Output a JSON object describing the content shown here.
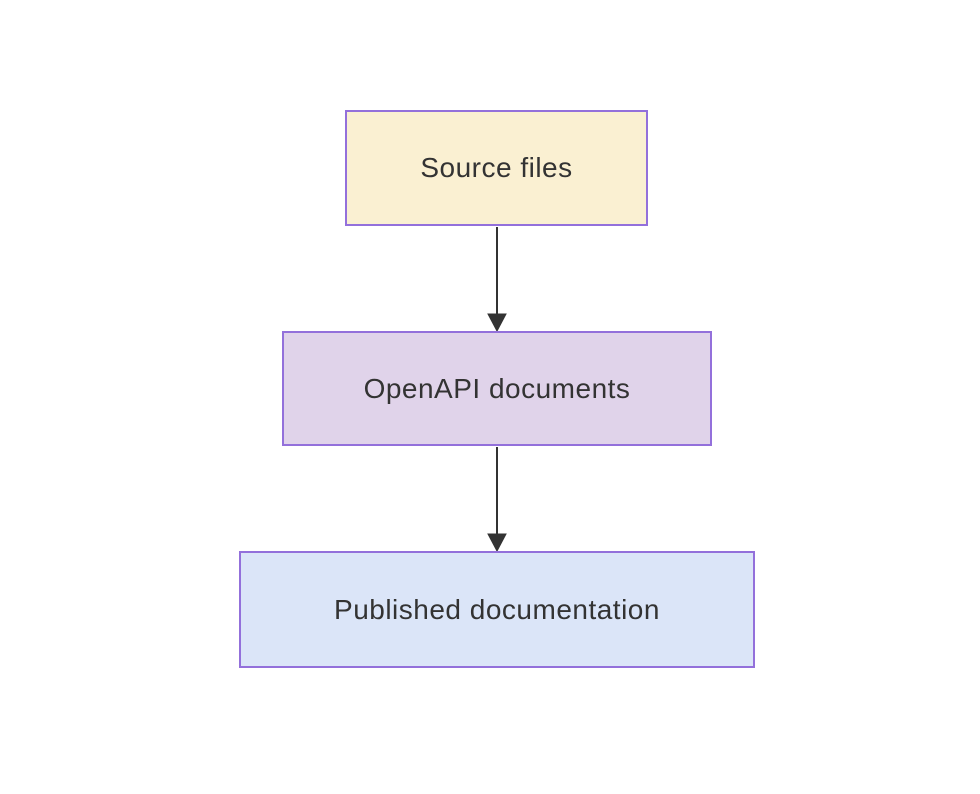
{
  "diagram": {
    "type": "flowchart",
    "direction": "top-down",
    "nodes": [
      {
        "id": "source",
        "label": "Source files",
        "fill": "#faf0d2",
        "border": "#9370db"
      },
      {
        "id": "openapi",
        "label": "OpenAPI documents",
        "fill": "#e0d3ea",
        "border": "#9370db"
      },
      {
        "id": "published",
        "label": "Published documentation",
        "fill": "#dbe5f8",
        "border": "#9370db"
      }
    ],
    "edges": [
      {
        "from": "source",
        "to": "openapi"
      },
      {
        "from": "openapi",
        "to": "published"
      }
    ],
    "colors": {
      "edge": "#333333",
      "text": "#333333",
      "background": "#ffffff"
    }
  }
}
